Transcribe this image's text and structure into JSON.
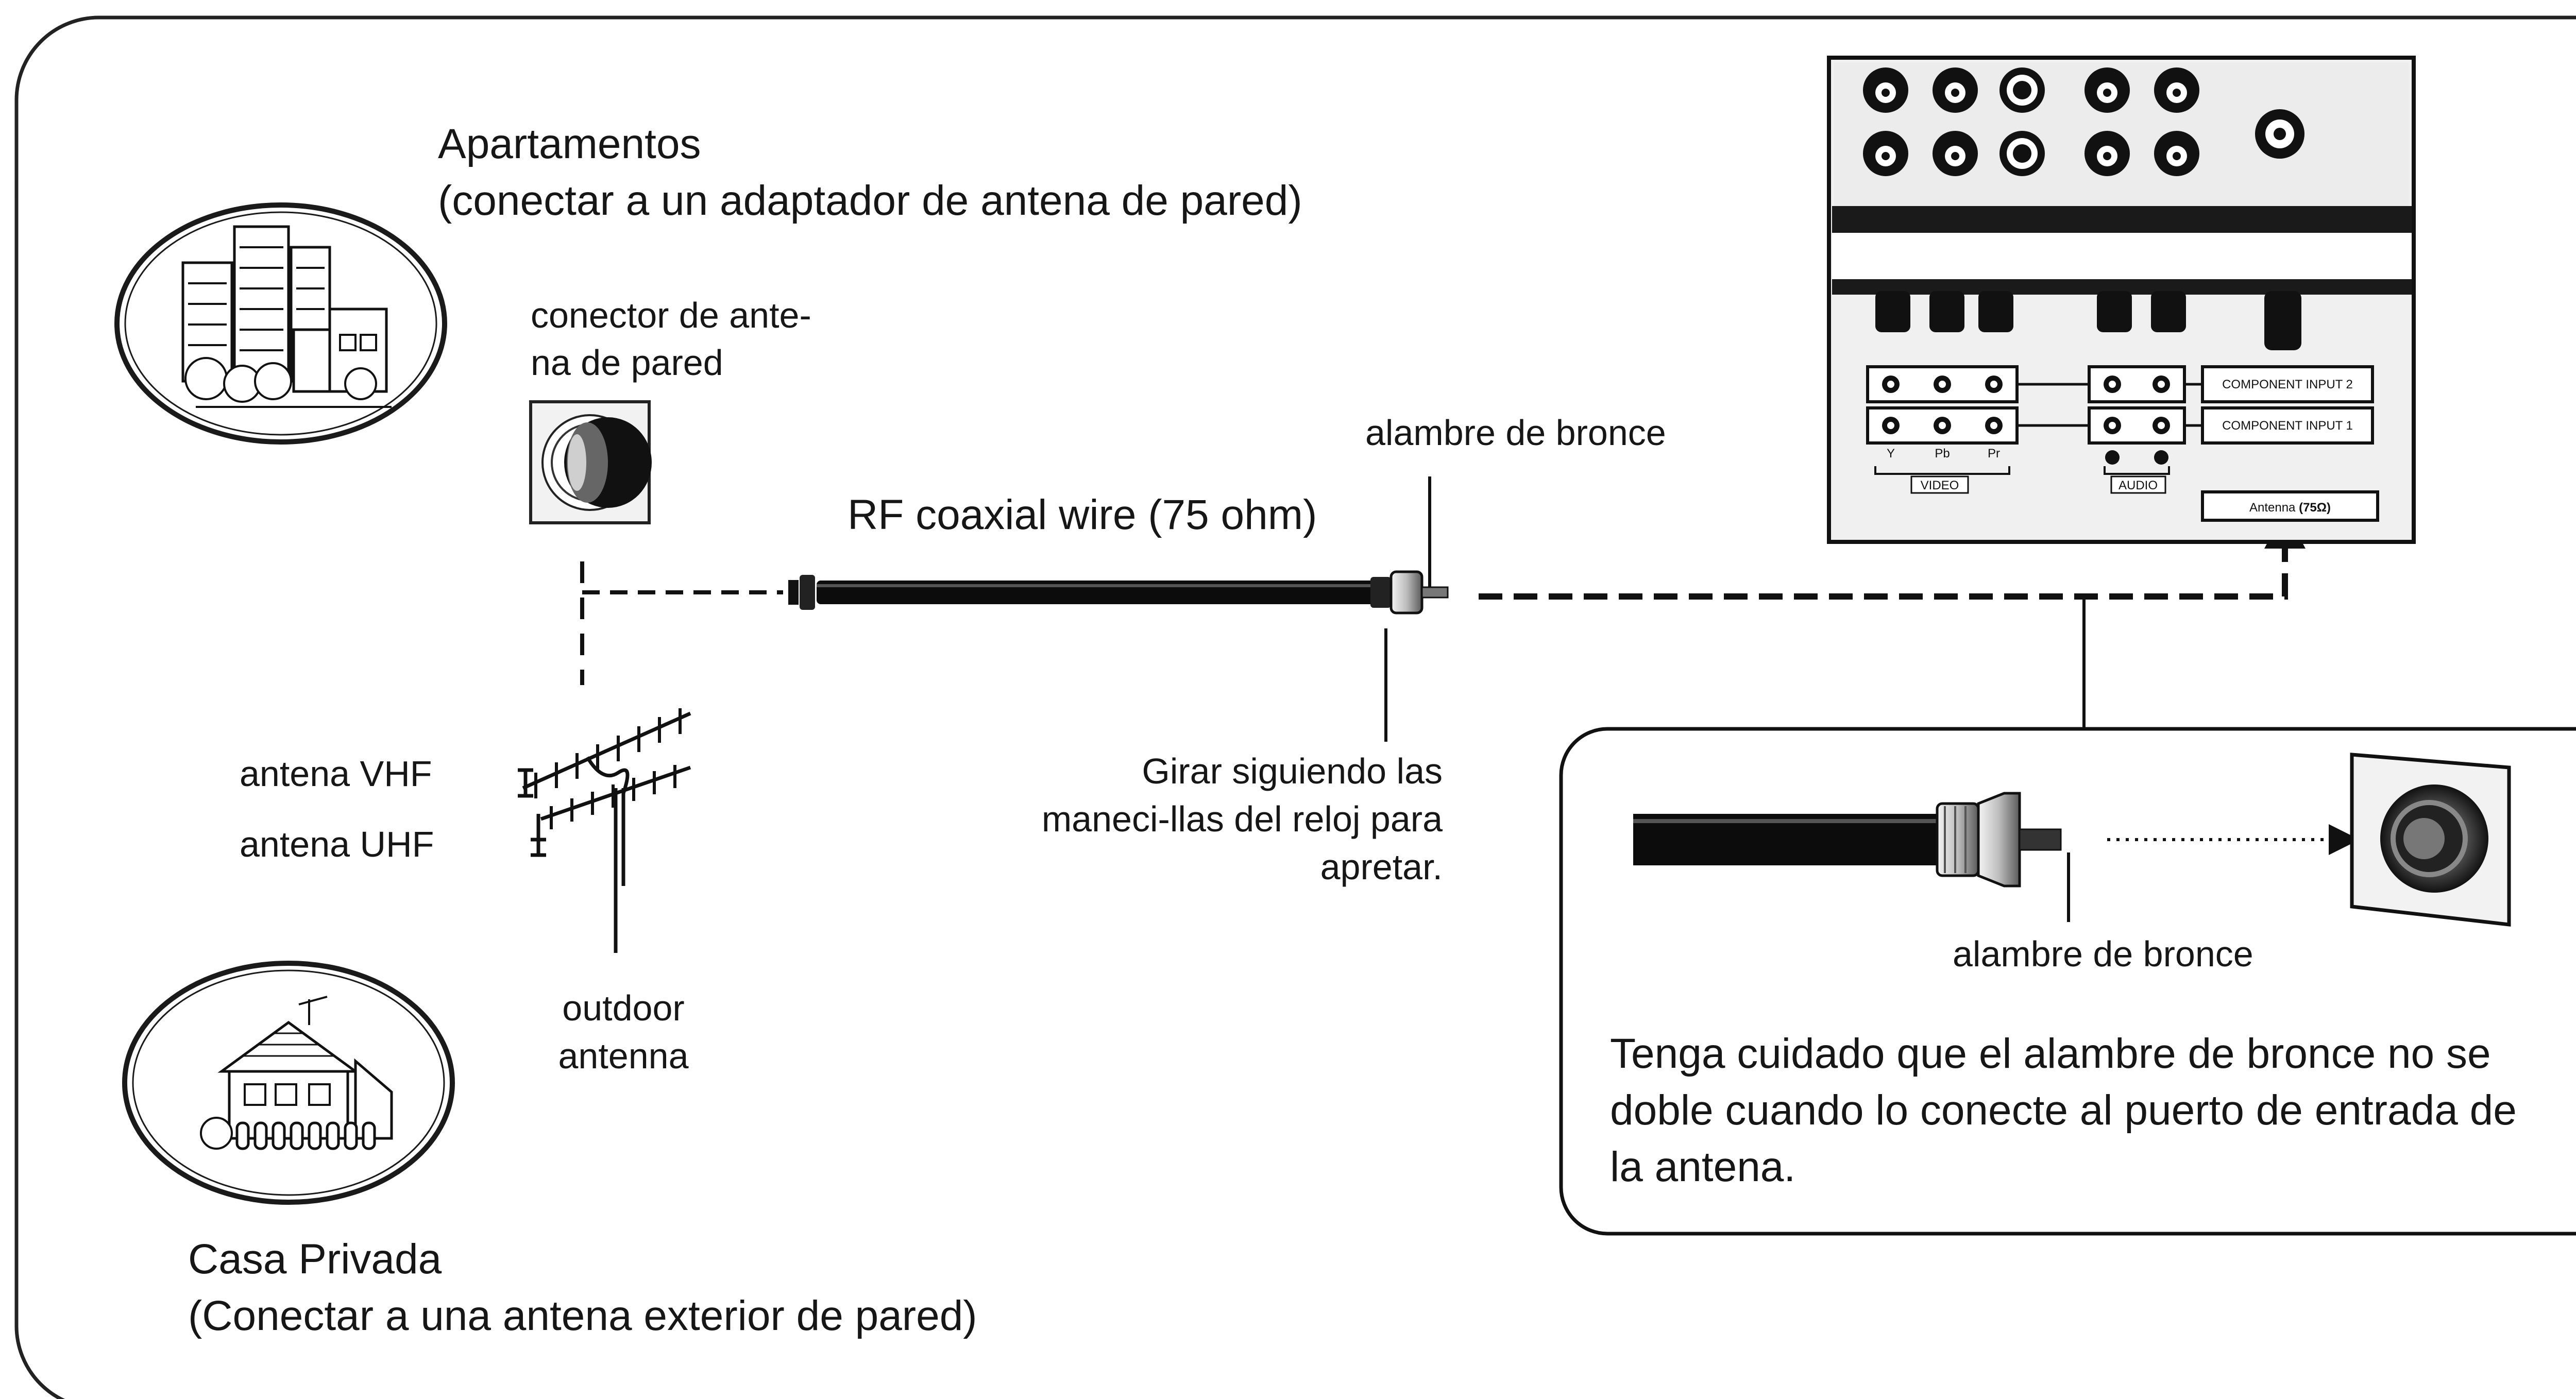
{
  "apartments": {
    "title": "Apartamentos",
    "subtitle": "(conectar a un adaptador de antena de pared)"
  },
  "wall_jack": {
    "label_line1": "conector de ante-",
    "label_line2": "na de pared"
  },
  "cable": {
    "label": "RF coaxial wire (75 ohm)"
  },
  "copper_wire_label": "alambre de bronce",
  "twist_note": {
    "line1": "Girar siguiendo las",
    "line2": "maneci-llas del reloj para",
    "line3": "apretar."
  },
  "antenna": {
    "vhf_label": "antena VHF",
    "uhf_label": "antena UHF",
    "outdoor_line1": "outdoor",
    "outdoor_line2": "antenna"
  },
  "house": {
    "title": "Casa Privada",
    "subtitle": "(Conectar a una antena exterior de pared)"
  },
  "tv_panel": {
    "component2": "COMPONENT INPUT 2",
    "component1": "COMPONENT INPUT 1",
    "video": "VIDEO",
    "audio": "AUDIO",
    "jack_y": "Y",
    "jack_pb": "Pb",
    "jack_pr": "Pr",
    "antenna_label": "Antenna",
    "antenna_ohm": "(75Ω)"
  },
  "callout": {
    "wire_label": "alambre de bronce",
    "warning_line1": "Tenga cuidado que el alambre de bronce no se",
    "warning_line2": "doble cuando lo conecte al puerto de entrada de",
    "warning_line3": "la antena."
  }
}
